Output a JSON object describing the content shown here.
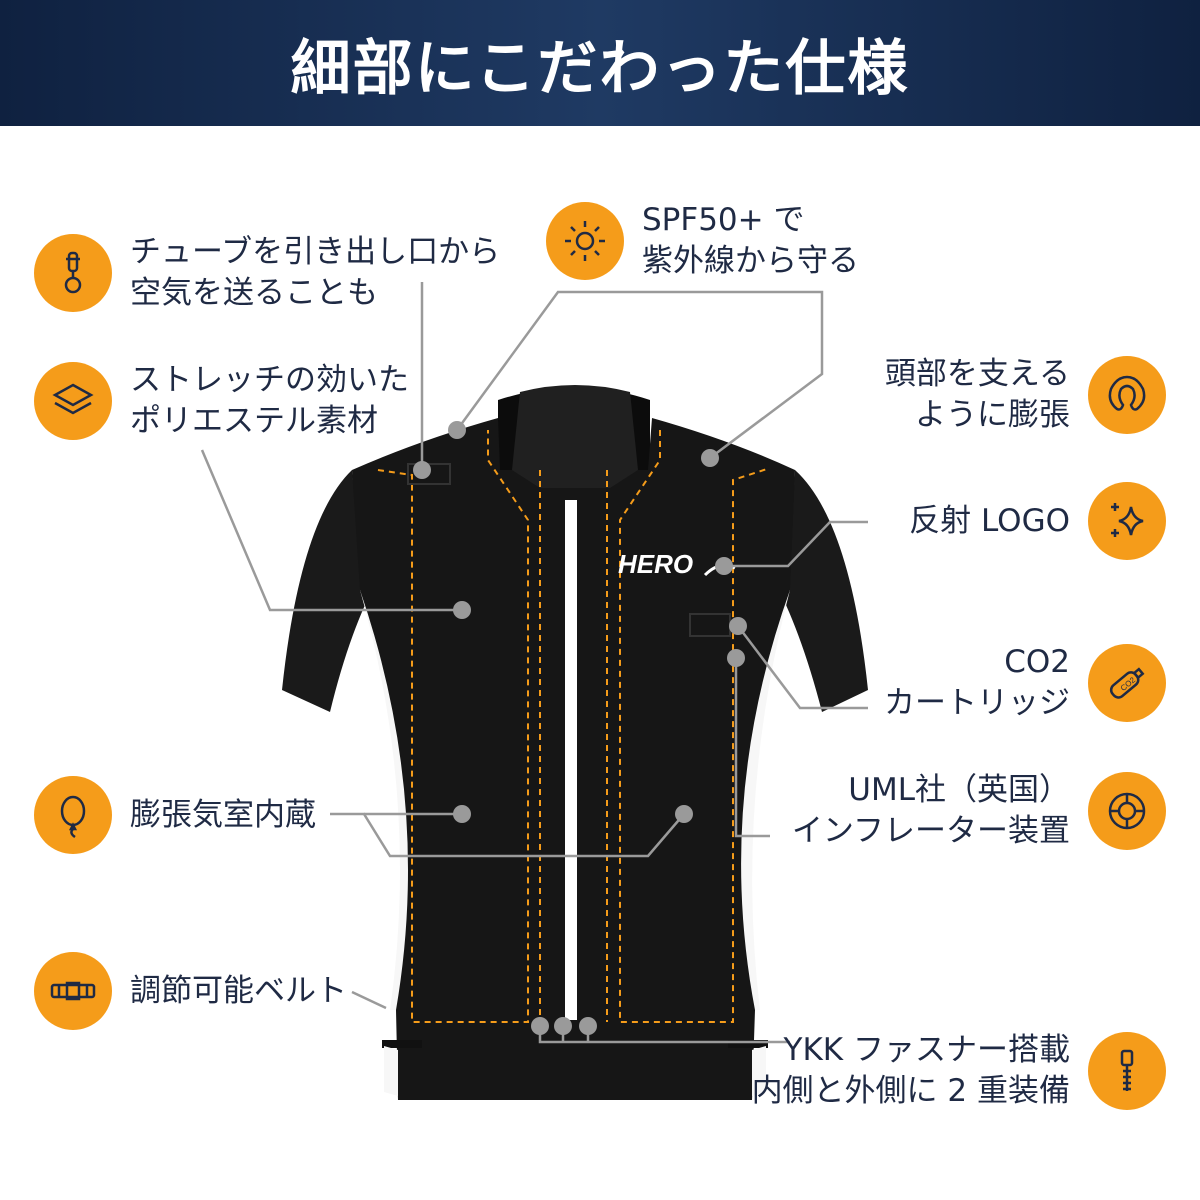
{
  "header": {
    "title": "細部にこだわった仕様"
  },
  "product": {
    "logo_text": "HERO"
  },
  "features": {
    "tube": {
      "icon": "pump-tube-icon",
      "line1": "チューブを引き出し口から",
      "line2": "空気を送ることも"
    },
    "spf": {
      "icon": "sun-icon",
      "line1": "SPF50+ で",
      "line2": "紫外線から守る"
    },
    "stretch": {
      "icon": "layers-icon",
      "line1": "ストレッチの効いた",
      "line2": "ポリエステル素材"
    },
    "head": {
      "icon": "neck-pillow-icon",
      "line1": "頭部を支える",
      "line2": "ように膨張"
    },
    "logo": {
      "icon": "sparkle-icon",
      "line1": "反射 LOGO"
    },
    "co2": {
      "icon": "co2-cartridge-icon",
      "line1": "CO2",
      "line2": "カートリッジ",
      "badge": "CO2"
    },
    "chamber": {
      "icon": "balloon-icon",
      "line1": "膨張気室内蔵"
    },
    "inflator": {
      "icon": "lifebuoy-icon",
      "line1": "UML社（英国）",
      "line2": "インフレーター装置"
    },
    "belt": {
      "icon": "belt-icon",
      "line1": "調節可能ベルト"
    },
    "zipper": {
      "icon": "zipper-icon",
      "line1": "YKK ファスナー搭載",
      "line2": "内側と外側に 2 重装備"
    }
  },
  "colors": {
    "accent": "#f59c1a",
    "header": "#1a3358",
    "text": "#1f2a44",
    "leader": "#9a9a9a",
    "shirt": "#161616"
  }
}
